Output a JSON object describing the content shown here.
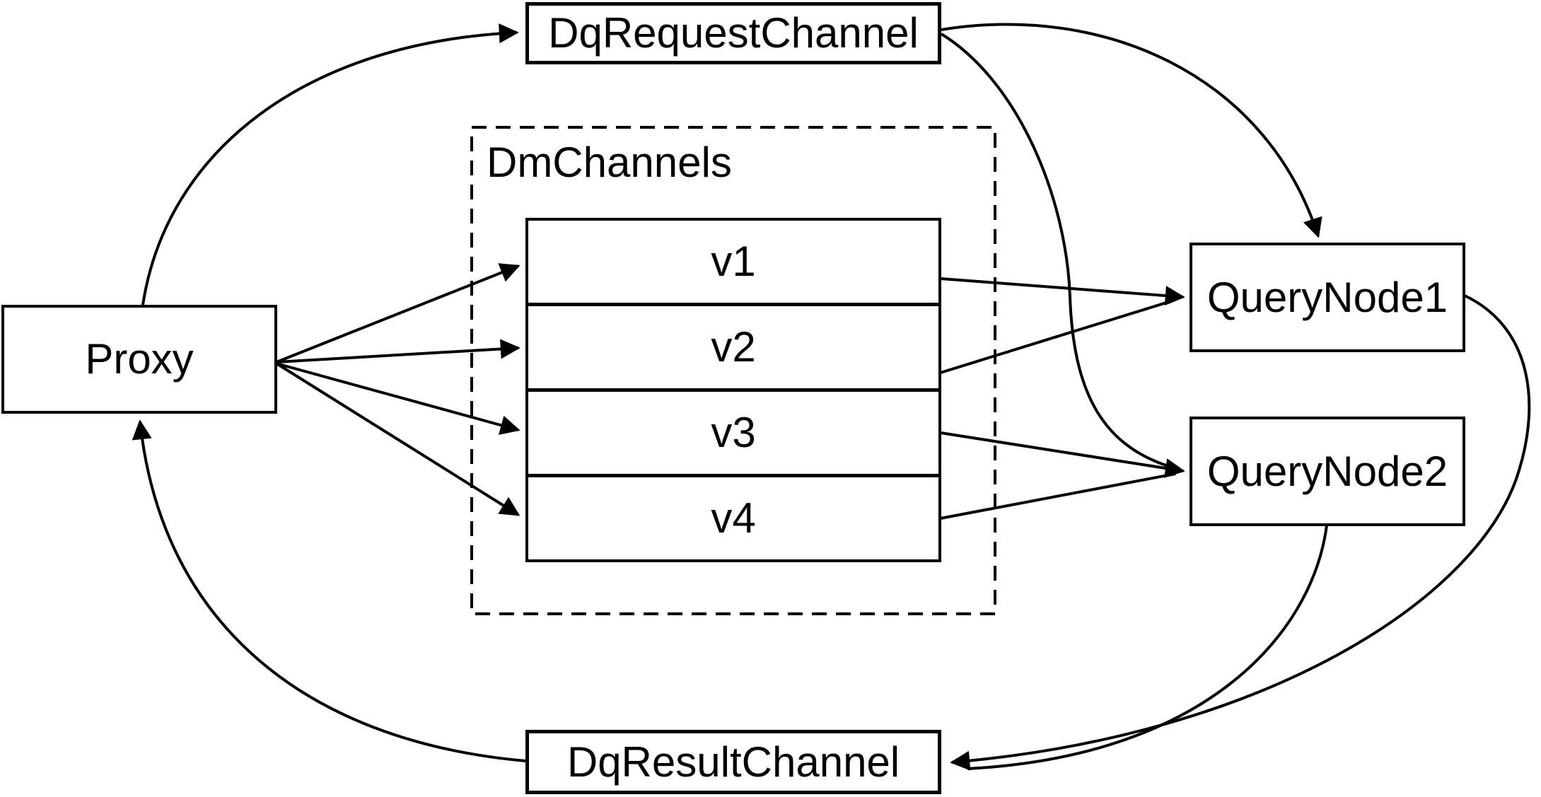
{
  "diagram": {
    "background_color": "#ffffff",
    "line_color": "#000000",
    "text_color": "#000000",
    "nodes": {
      "dq_request_channel": {
        "label": "DqRequestChannel"
      },
      "proxy": {
        "label": "Proxy"
      },
      "dm_channels": {
        "label": "DmChannels",
        "channels": [
          "v1",
          "v2",
          "v3",
          "v4"
        ]
      },
      "query_node_1": {
        "label": "QueryNode1"
      },
      "query_node_2": {
        "label": "QueryNode2"
      },
      "dq_result_channel": {
        "label": "DqResultChannel"
      }
    },
    "edges": [
      {
        "from": "Proxy",
        "to": "DqRequestChannel"
      },
      {
        "from": "Proxy",
        "to": "v1"
      },
      {
        "from": "Proxy",
        "to": "v2"
      },
      {
        "from": "Proxy",
        "to": "v3"
      },
      {
        "from": "Proxy",
        "to": "v4"
      },
      {
        "from": "v1",
        "to": "QueryNode1"
      },
      {
        "from": "v2",
        "to": "QueryNode1"
      },
      {
        "from": "v3",
        "to": "QueryNode2"
      },
      {
        "from": "v4",
        "to": "QueryNode2"
      },
      {
        "from": "DqRequestChannel",
        "to": "QueryNode1"
      },
      {
        "from": "DqRequestChannel",
        "to": "QueryNode2"
      },
      {
        "from": "QueryNode1",
        "to": "DqResultChannel"
      },
      {
        "from": "QueryNode2",
        "to": "DqResultChannel"
      },
      {
        "from": "DqResultChannel",
        "to": "Proxy"
      }
    ]
  }
}
